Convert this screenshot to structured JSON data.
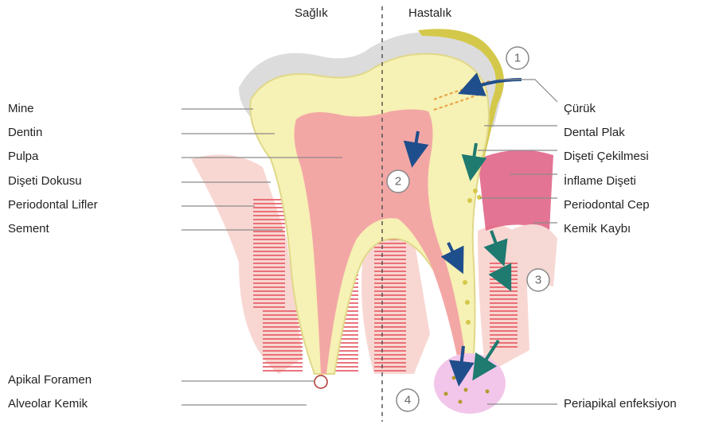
{
  "headers": {
    "left": "Sağlık",
    "right": "Hastalık"
  },
  "labels_left": [
    "Mine",
    "Dentin",
    "Pulpa",
    "Dişeti Dokusu",
    "Periodontal Lifler",
    "Sement",
    "Apikal Foramen",
    "Alveolar Kemik"
  ],
  "labels_right": [
    "Çürük",
    "Dental Plak",
    "Dişeti Çekilmesi",
    "İnflame Dişeti",
    "Periodontal Cep",
    "Kemik Kaybı",
    "Periapikal enfeksiyon"
  ],
  "markers": [
    "1",
    "2",
    "3",
    "4"
  ],
  "colors": {
    "enamel": "#dcdcdc",
    "dentin": "#f6f1b4",
    "pulp": "#f3a7a5",
    "gum": "#f8d7d2",
    "gum_inflamed": "#df5c80",
    "ligament": "#e8646e",
    "plaque": "#d4c84a",
    "arrow_blue": "#1f4e8c",
    "arrow_teal": "#1f7a70",
    "infection": "#f2c6ea",
    "line": "#8a8a8a"
  }
}
